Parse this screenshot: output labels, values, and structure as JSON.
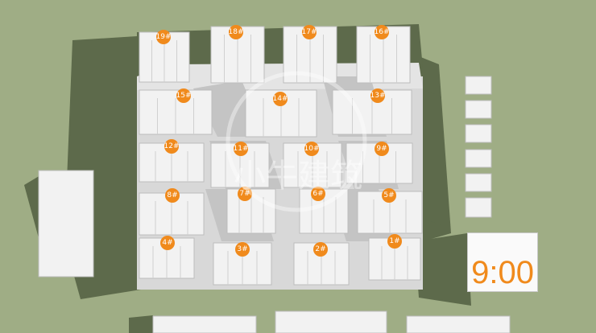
{
  "clock": {
    "time": "9:00",
    "color": "#f08a1c"
  },
  "watermark": {
    "text": "小牛建筑"
  },
  "colors": {
    "ground": "#9fad85",
    "shadow": "#5d6a4b",
    "building": "#f2f2f2",
    "building_edge": "#bdbdbd",
    "marker": "#f08a1c"
  },
  "buildings": [
    {
      "label": "19#"
    },
    {
      "label": "18#"
    },
    {
      "label": "17#"
    },
    {
      "label": "16#"
    },
    {
      "label": "15#"
    },
    {
      "label": "14#"
    },
    {
      "label": "13#"
    },
    {
      "label": "12#"
    },
    {
      "label": "11#"
    },
    {
      "label": "10#"
    },
    {
      "label": "9#"
    },
    {
      "label": "8#"
    },
    {
      "label": "7#"
    },
    {
      "label": "6#"
    },
    {
      "label": "5#"
    },
    {
      "label": "4#"
    },
    {
      "label": "3#"
    },
    {
      "label": "2#"
    },
    {
      "label": "1#"
    }
  ]
}
